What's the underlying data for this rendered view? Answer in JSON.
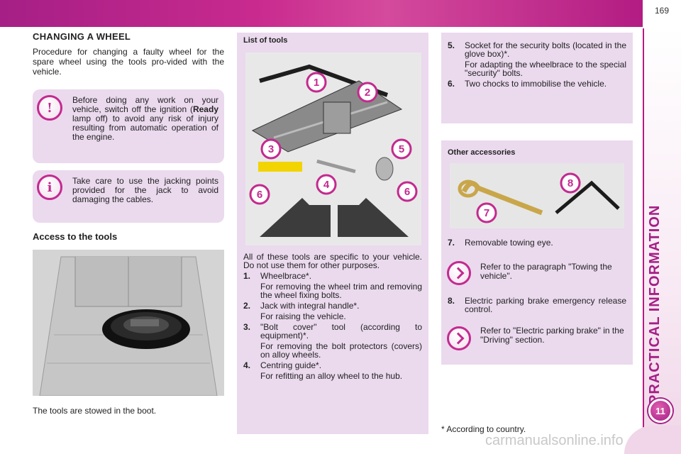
{
  "page": {
    "number": "169",
    "chapter_title": "PRACTICAL INFORMATION",
    "chapter_number": "11",
    "watermark": "carmanualsonline.info"
  },
  "left": {
    "title": "CHANGING A WHEEL",
    "intro": "Procedure for changing a faulty wheel for the spare wheel using the tools pro-vided with the vehicle.",
    "warning": {
      "icon": "exclamation-icon",
      "pre": "Before doing any work on your vehicle, switch off the ignition (",
      "bold": "Ready",
      "post": " lamp off) to avoid any risk of injury resulting from automatic operation of the engine."
    },
    "info": {
      "icon": "info-icon",
      "text": "Take care to use the jacking points provided for the jack to avoid damaging the cables."
    },
    "access_title": "Access to the tools",
    "boot_caption": "The tools are stowed in the boot."
  },
  "tools": {
    "title": "List of tools",
    "badges": [
      "1",
      "2",
      "3",
      "5",
      "6",
      "4",
      "6"
    ],
    "intro": "All of these tools are specific to your vehicle. Do not use them for other purposes.",
    "items": [
      {
        "n": "1.",
        "label": "Wheelbrace*.",
        "desc": "For removing the wheel trim and removing the wheel fixing bolts."
      },
      {
        "n": "2.",
        "label": "Jack with integral handle*.",
        "desc": "For raising the vehicle."
      },
      {
        "n": "3.",
        "label": "\"Bolt cover\" tool (according to equipment)*.",
        "desc": "For removing the bolt protectors (covers) on alloy wheels."
      },
      {
        "n": "4.",
        "label": "Centring guide*.",
        "desc": "For refitting an alloy wheel to the hub."
      }
    ]
  },
  "right": {
    "items": [
      {
        "n": "5.",
        "label": "Socket for the security bolts (located in the glove box)*.",
        "desc": "For adapting the wheelbrace to the special \"security\" bolts."
      },
      {
        "n": "6.",
        "label": "Two chocks to immobilise the vehicle.",
        "desc": ""
      }
    ],
    "acc_title": "Other accessories",
    "acc_badges": [
      "8",
      "7"
    ],
    "item7": {
      "n": "7.",
      "label": "Removable towing eye."
    },
    "ref1": "Refer to the paragraph \"Towing the vehicle\".",
    "item8": {
      "n": "8.",
      "label": "Electric parking brake emergency release control."
    },
    "ref2": "Refer to \"Electric parking brake\" in the \"Driving\" section.",
    "footnote": "* According to country."
  },
  "colors": {
    "accent": "#c32a8f",
    "panel": "#ebd9ee",
    "band": "#a51f86"
  }
}
